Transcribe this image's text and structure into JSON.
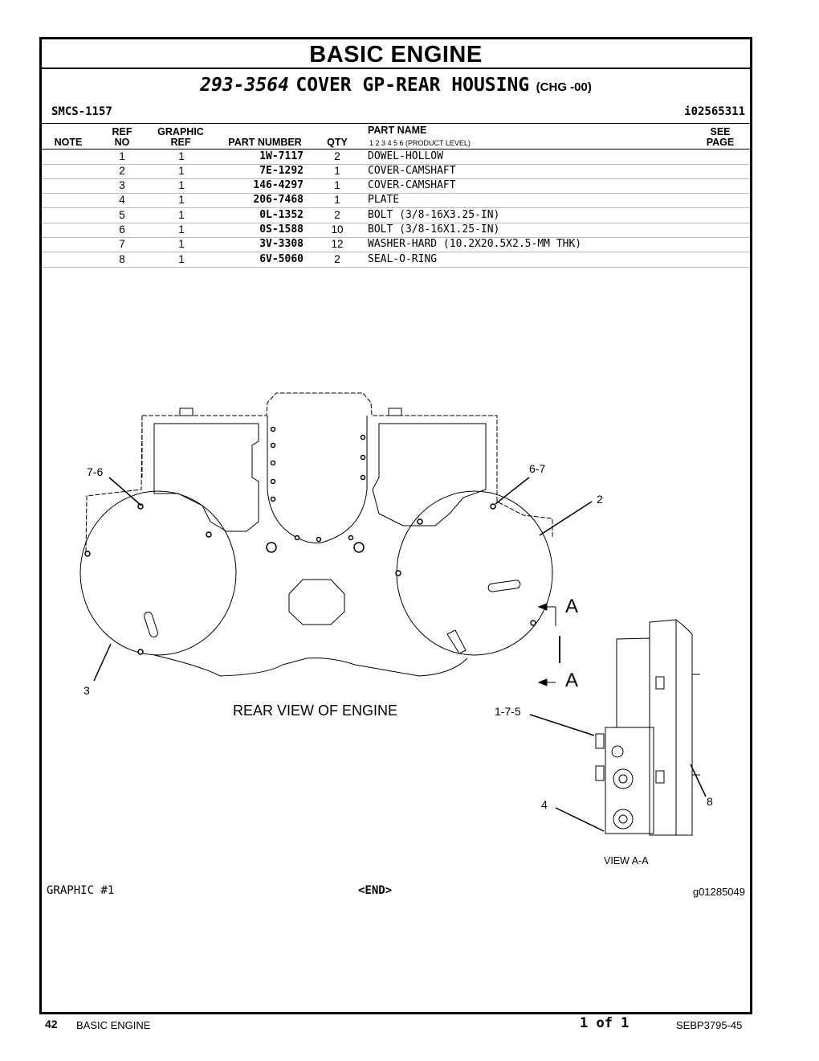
{
  "section_title": "BASIC ENGINE",
  "group": {
    "part_number": "293-3564",
    "name": "COVER GP-REAR HOUSING",
    "change": "(CHG -00)"
  },
  "smcs": "SMCS-1157",
  "ident": "i02565311",
  "headers": {
    "note": "NOTE",
    "ref_top": "REF",
    "ref_bottom": "NO",
    "graphic_top": "GRAPHIC",
    "graphic_bottom": "REF",
    "part_number": "PART NUMBER",
    "qty": "QTY",
    "part_name": "PART NAME",
    "product_level": "1    2    3    4    5    6    (PRODUCT LEVEL)",
    "see_top": "SEE",
    "see_bottom": "PAGE"
  },
  "parts": [
    {
      "ref": "1",
      "graphic": "1",
      "part_number": "1W-7117",
      "qty": "2",
      "name": "DOWEL-HOLLOW"
    },
    {
      "ref": "2",
      "graphic": "1",
      "part_number": "7E-1292",
      "qty": "1",
      "name": "COVER-CAMSHAFT"
    },
    {
      "ref": "3",
      "graphic": "1",
      "part_number": "146-4297",
      "qty": "1",
      "name": "COVER-CAMSHAFT"
    },
    {
      "ref": "4",
      "graphic": "1",
      "part_number": "206-7468",
      "qty": "1",
      "name": "PLATE"
    },
    {
      "ref": "5",
      "graphic": "1",
      "part_number": "0L-1352",
      "qty": "2",
      "name": "BOLT (3/8-16X3.25-IN)"
    },
    {
      "ref": "6",
      "graphic": "1",
      "part_number": "0S-1588",
      "qty": "10",
      "name": "BOLT (3/8-16X1.25-IN)"
    },
    {
      "ref": "7",
      "graphic": "1",
      "part_number": "3V-3308",
      "qty": "12",
      "name": "WASHER-HARD (10.2X20.5X2.5-MM THK)"
    },
    {
      "ref": "8",
      "graphic": "1",
      "part_number": "6V-5060",
      "qty": "2",
      "name": "SEAL-O-RING"
    }
  ],
  "graphic": {
    "caption_rear": "REAR VIEW OF ENGINE",
    "caption_view": "VIEW A-A",
    "callouts": {
      "c76": "7-6",
      "c67": "6-7",
      "c2": "2",
      "c3": "3",
      "c175": "1-7-5",
      "c4": "4",
      "c8": "8",
      "a1": "A",
      "a2": "A"
    }
  },
  "graphic_footer": {
    "left": "GRAPHIC #1",
    "center": "<END>",
    "right": "g01285049"
  },
  "page_footer": {
    "page_no": "42",
    "section": "BASIC ENGINE",
    "count": "1 of 1",
    "doc": "SEBP3795-45"
  }
}
